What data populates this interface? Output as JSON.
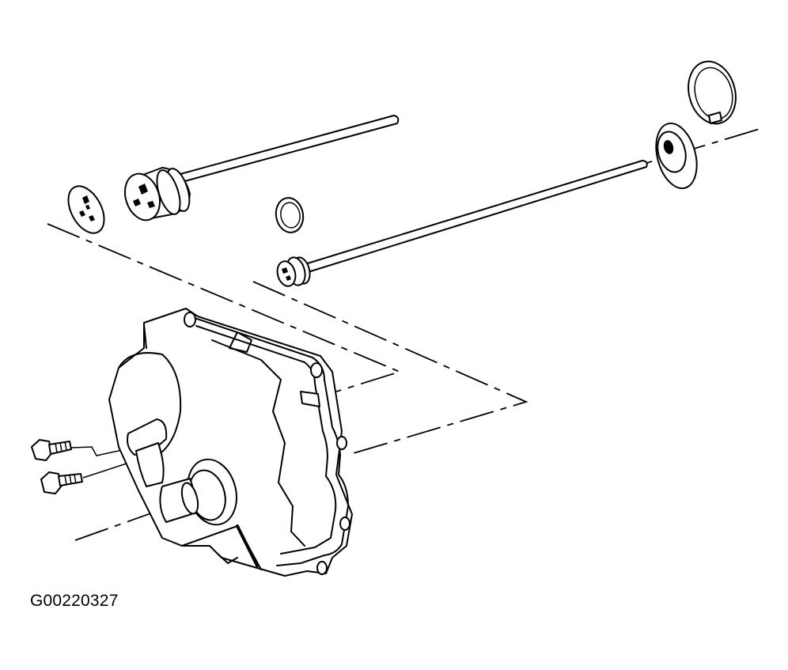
{
  "figure": {
    "id_label": "G00220327"
  },
  "parts": [
    {
      "name": "upper-servo-cover"
    },
    {
      "name": "upper-servo-piston"
    },
    {
      "name": "upper-servo-rod"
    },
    {
      "name": "snap-ring"
    },
    {
      "name": "lower-servo-cover"
    },
    {
      "name": "lower-servo-piston"
    },
    {
      "name": "o-ring"
    },
    {
      "name": "lower-servo-rod"
    },
    {
      "name": "transaxle-case"
    },
    {
      "name": "bolt-upper"
    },
    {
      "name": "bolt-lower"
    }
  ]
}
